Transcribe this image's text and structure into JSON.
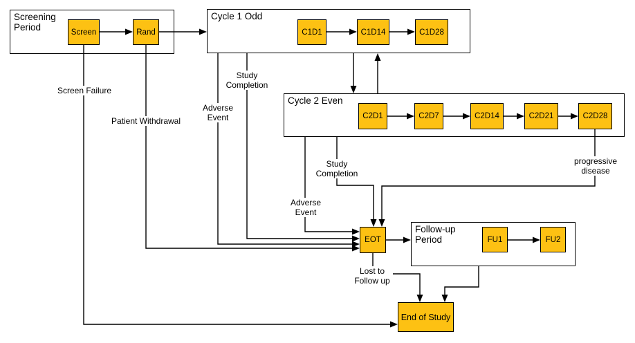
{
  "diagram": {
    "title_hint": "Clinical study flow diagram",
    "colors": {
      "node_fill": "#FDC113",
      "line": "#000000",
      "background": "#FFFFFF"
    },
    "containers": {
      "screening": {
        "title": "Screening Period"
      },
      "cycle1": {
        "title": "Cycle 1 Odd"
      },
      "cycle2": {
        "title": "Cycle 2 Even"
      },
      "followup": {
        "title": "Follow-up Period"
      }
    },
    "nodes": {
      "screen": "Screen",
      "rand": "Rand",
      "c1d1": "C1D1",
      "c1d14": "C1D14",
      "c1d28": "C1D28",
      "c2d1": "C2D1",
      "c2d7": "C2D7",
      "c2d14": "C2D14",
      "c2d21": "C2D21",
      "c2d28": "C2D28",
      "eot": "EOT",
      "fu1": "FU1",
      "fu2": "FU2",
      "end_of_study": "End of Study"
    },
    "edge_labels": {
      "screen_failure": "Screen Failure",
      "patient_withdrawal": "Patient Withdrawal",
      "adverse_event_c1": "Adverse Event",
      "study_completion_c1": "Study Completion",
      "adverse_event_c2": "Adverse Event",
      "study_completion_c2": "Study Completion",
      "progressive_disease": "progressive disease",
      "lost_to_followup": "Lost to Follow up"
    }
  }
}
